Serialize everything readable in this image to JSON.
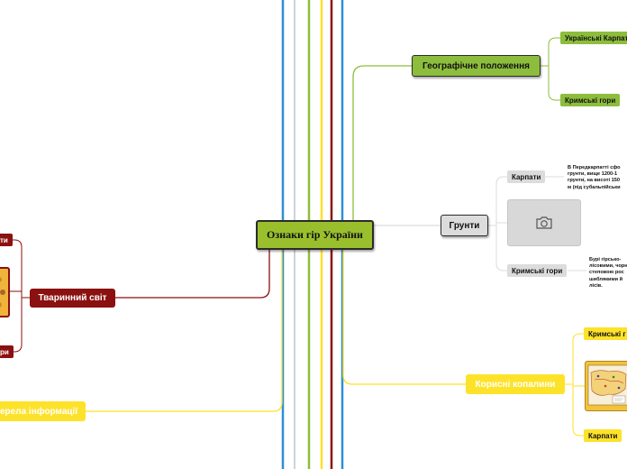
{
  "central": "Ознаки гір України",
  "geo": {
    "title": "Географічне положення",
    "items": [
      "Українські Карпати",
      "Кримські гори"
    ]
  },
  "soils": {
    "title": "Грунти",
    "items": [
      "Карпати",
      "Кримські гори"
    ],
    "notes": [
      "В Передкарпатті сфо\nгрунти, вище 1200-1\nгрунти, на висоті 150\nм (під субальпійськи",
      "Бурі гірсько-\nлісовими, чорн\nстеповою рос\nшиблякими й\nлісів."
    ]
  },
  "minerals": {
    "title": "Корисні копалини",
    "items": [
      "Кримські г",
      "Карпати"
    ]
  },
  "fauna": {
    "title": "Тваринний світ",
    "items": [
      "ти",
      "ри"
    ]
  },
  "sources": {
    "title": "жерела інформації"
  },
  "colors": {
    "green": "#8dbd3c",
    "grey": "#dcdcdc",
    "yellow": "#fde22a",
    "red": "#8b1010",
    "blue": "#2e8fd6"
  },
  "icons": {
    "image_placeholder": "camera-icon"
  }
}
